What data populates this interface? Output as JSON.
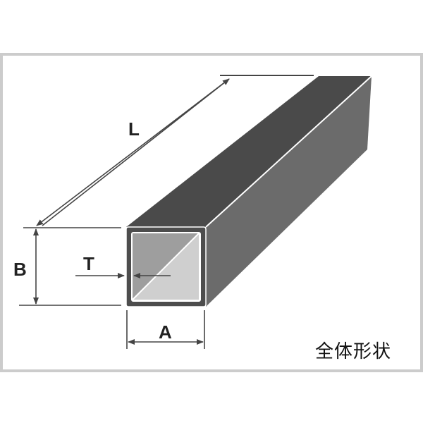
{
  "diagram": {
    "title": "全体形状",
    "subject": "square steel tube",
    "dimension_labels": {
      "length": "L",
      "height": "B",
      "width": "A",
      "thickness": "T"
    }
  },
  "colors": {
    "frame_border": "#cccccc",
    "top_face": "#4a4a4a",
    "side_face": "#6b6b6b",
    "front_rim": "#4d4d4d",
    "inner_dark": "#9e9e9e",
    "inner_light": "#cfcfcf",
    "dimension_line": "#444444"
  }
}
